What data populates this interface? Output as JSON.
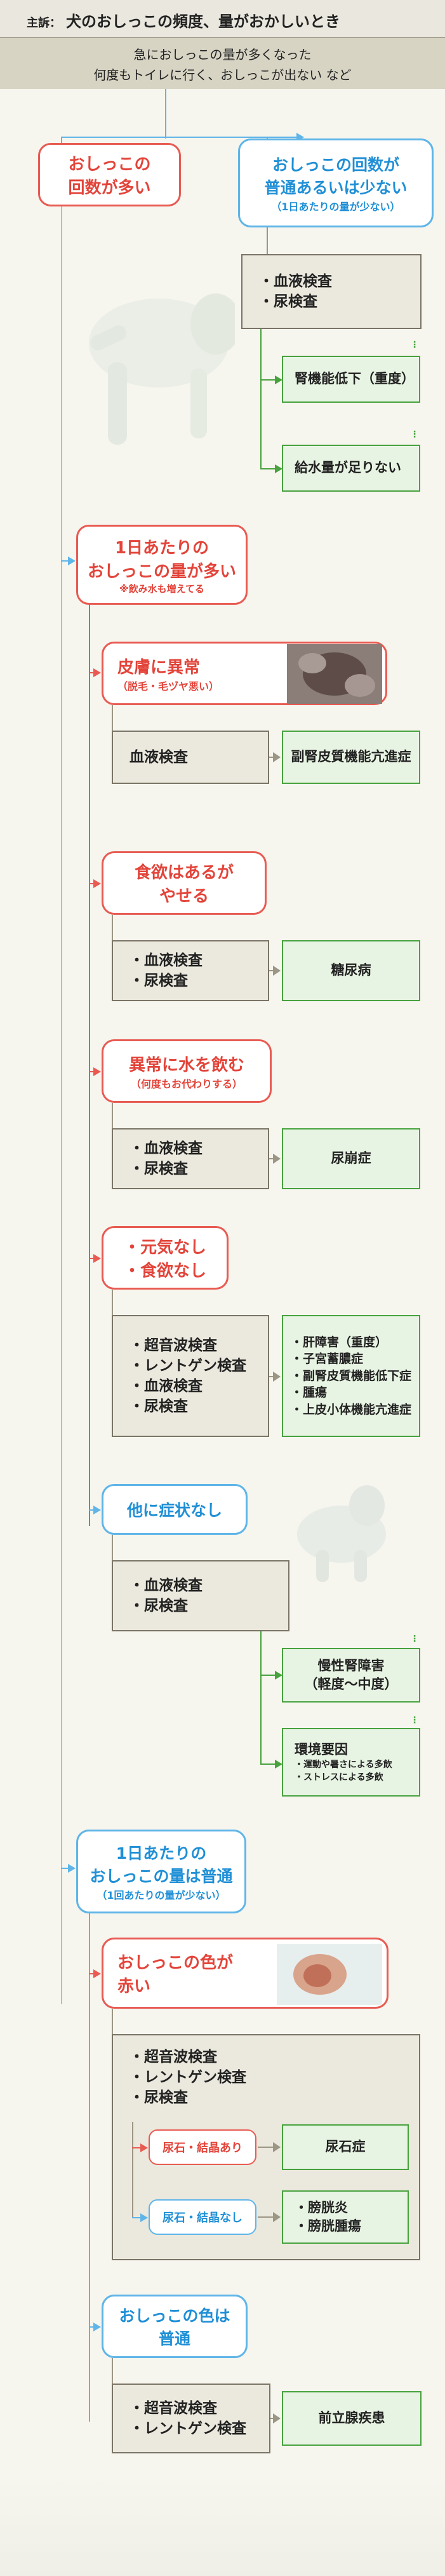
{
  "header": {
    "label": "主訴：",
    "title": "犬のおしっこの頻度、量がおかしいとき",
    "line1": "急におしっこの量が多くなった",
    "line2": "何度もトイレに行く、おしっこが出ない など"
  },
  "top": {
    "left_box": [
      "おしっこの",
      "回数が多い"
    ],
    "right_box": [
      "おしっこの回数が",
      "普通あるいは少ない"
    ],
    "right_sub": "（1日あたりの量が少ない）",
    "tests": [
      "・血液検査",
      "・尿検査"
    ],
    "results": [
      "腎機能低下（重度）",
      "給水量が足りない"
    ]
  },
  "many": {
    "box": [
      "1日あたりの",
      "おしっこの量が多い"
    ],
    "sub": "※飲み水も増えてる",
    "skin": {
      "box": "皮膚に異常",
      "sub": "（脱毛・毛ヅヤ悪い）",
      "test": "血液検査",
      "result": "副腎皮質機能亢進症"
    },
    "appetite": {
      "box": [
        "食欲はあるが",
        "やせる"
      ],
      "tests": [
        "・血液検査",
        "・尿検査"
      ],
      "result": "糖尿病"
    },
    "water": {
      "box": "異常に水を飲む",
      "sub": "（何度もお代わりする）",
      "tests": [
        "・血液検査",
        "・尿検査"
      ],
      "result": "尿崩症"
    },
    "weak": {
      "box": [
        "・元気なし",
        "・食欲なし"
      ],
      "tests": [
        "・超音波検査",
        "・レントゲン検査",
        "・血液検査",
        "・尿検査"
      ],
      "results": [
        "・肝障害（重度）",
        "・子宮蓄膿症",
        "・副腎皮質機能低下症",
        "・腫瘍",
        "・上皮小体機能亢進症"
      ]
    },
    "none": {
      "box": "他に症状なし",
      "tests": [
        "・血液検査",
        "・尿検査"
      ],
      "result1": [
        "慢性腎障害",
        "（軽度〜中度）"
      ],
      "result2_title": "環境要因",
      "result2_items": [
        "・運動や暑さによる多飲",
        "・ストレスによる多飲"
      ]
    }
  },
  "normal": {
    "box": [
      "1日あたりの",
      "おしっこの量は普通"
    ],
    "sub": "（1回あたりの量が少ない）",
    "red": {
      "box": [
        "おしっこの色が",
        "赤い"
      ],
      "tests": [
        "・超音波検査",
        "・レントゲン検査",
        "・尿検査"
      ],
      "stone_yes": "尿石・結晶あり",
      "stone_yes_result": "尿石症",
      "stone_no": "尿石・結晶なし",
      "stone_no_results": [
        "・膀胱炎",
        "・膀胱腫瘍"
      ]
    },
    "plain": {
      "box": [
        "おしっこの色は",
        "普通"
      ],
      "tests": [
        "・超音波検査",
        "・レントゲン検査"
      ],
      "result": "前立腺疾患"
    }
  }
}
